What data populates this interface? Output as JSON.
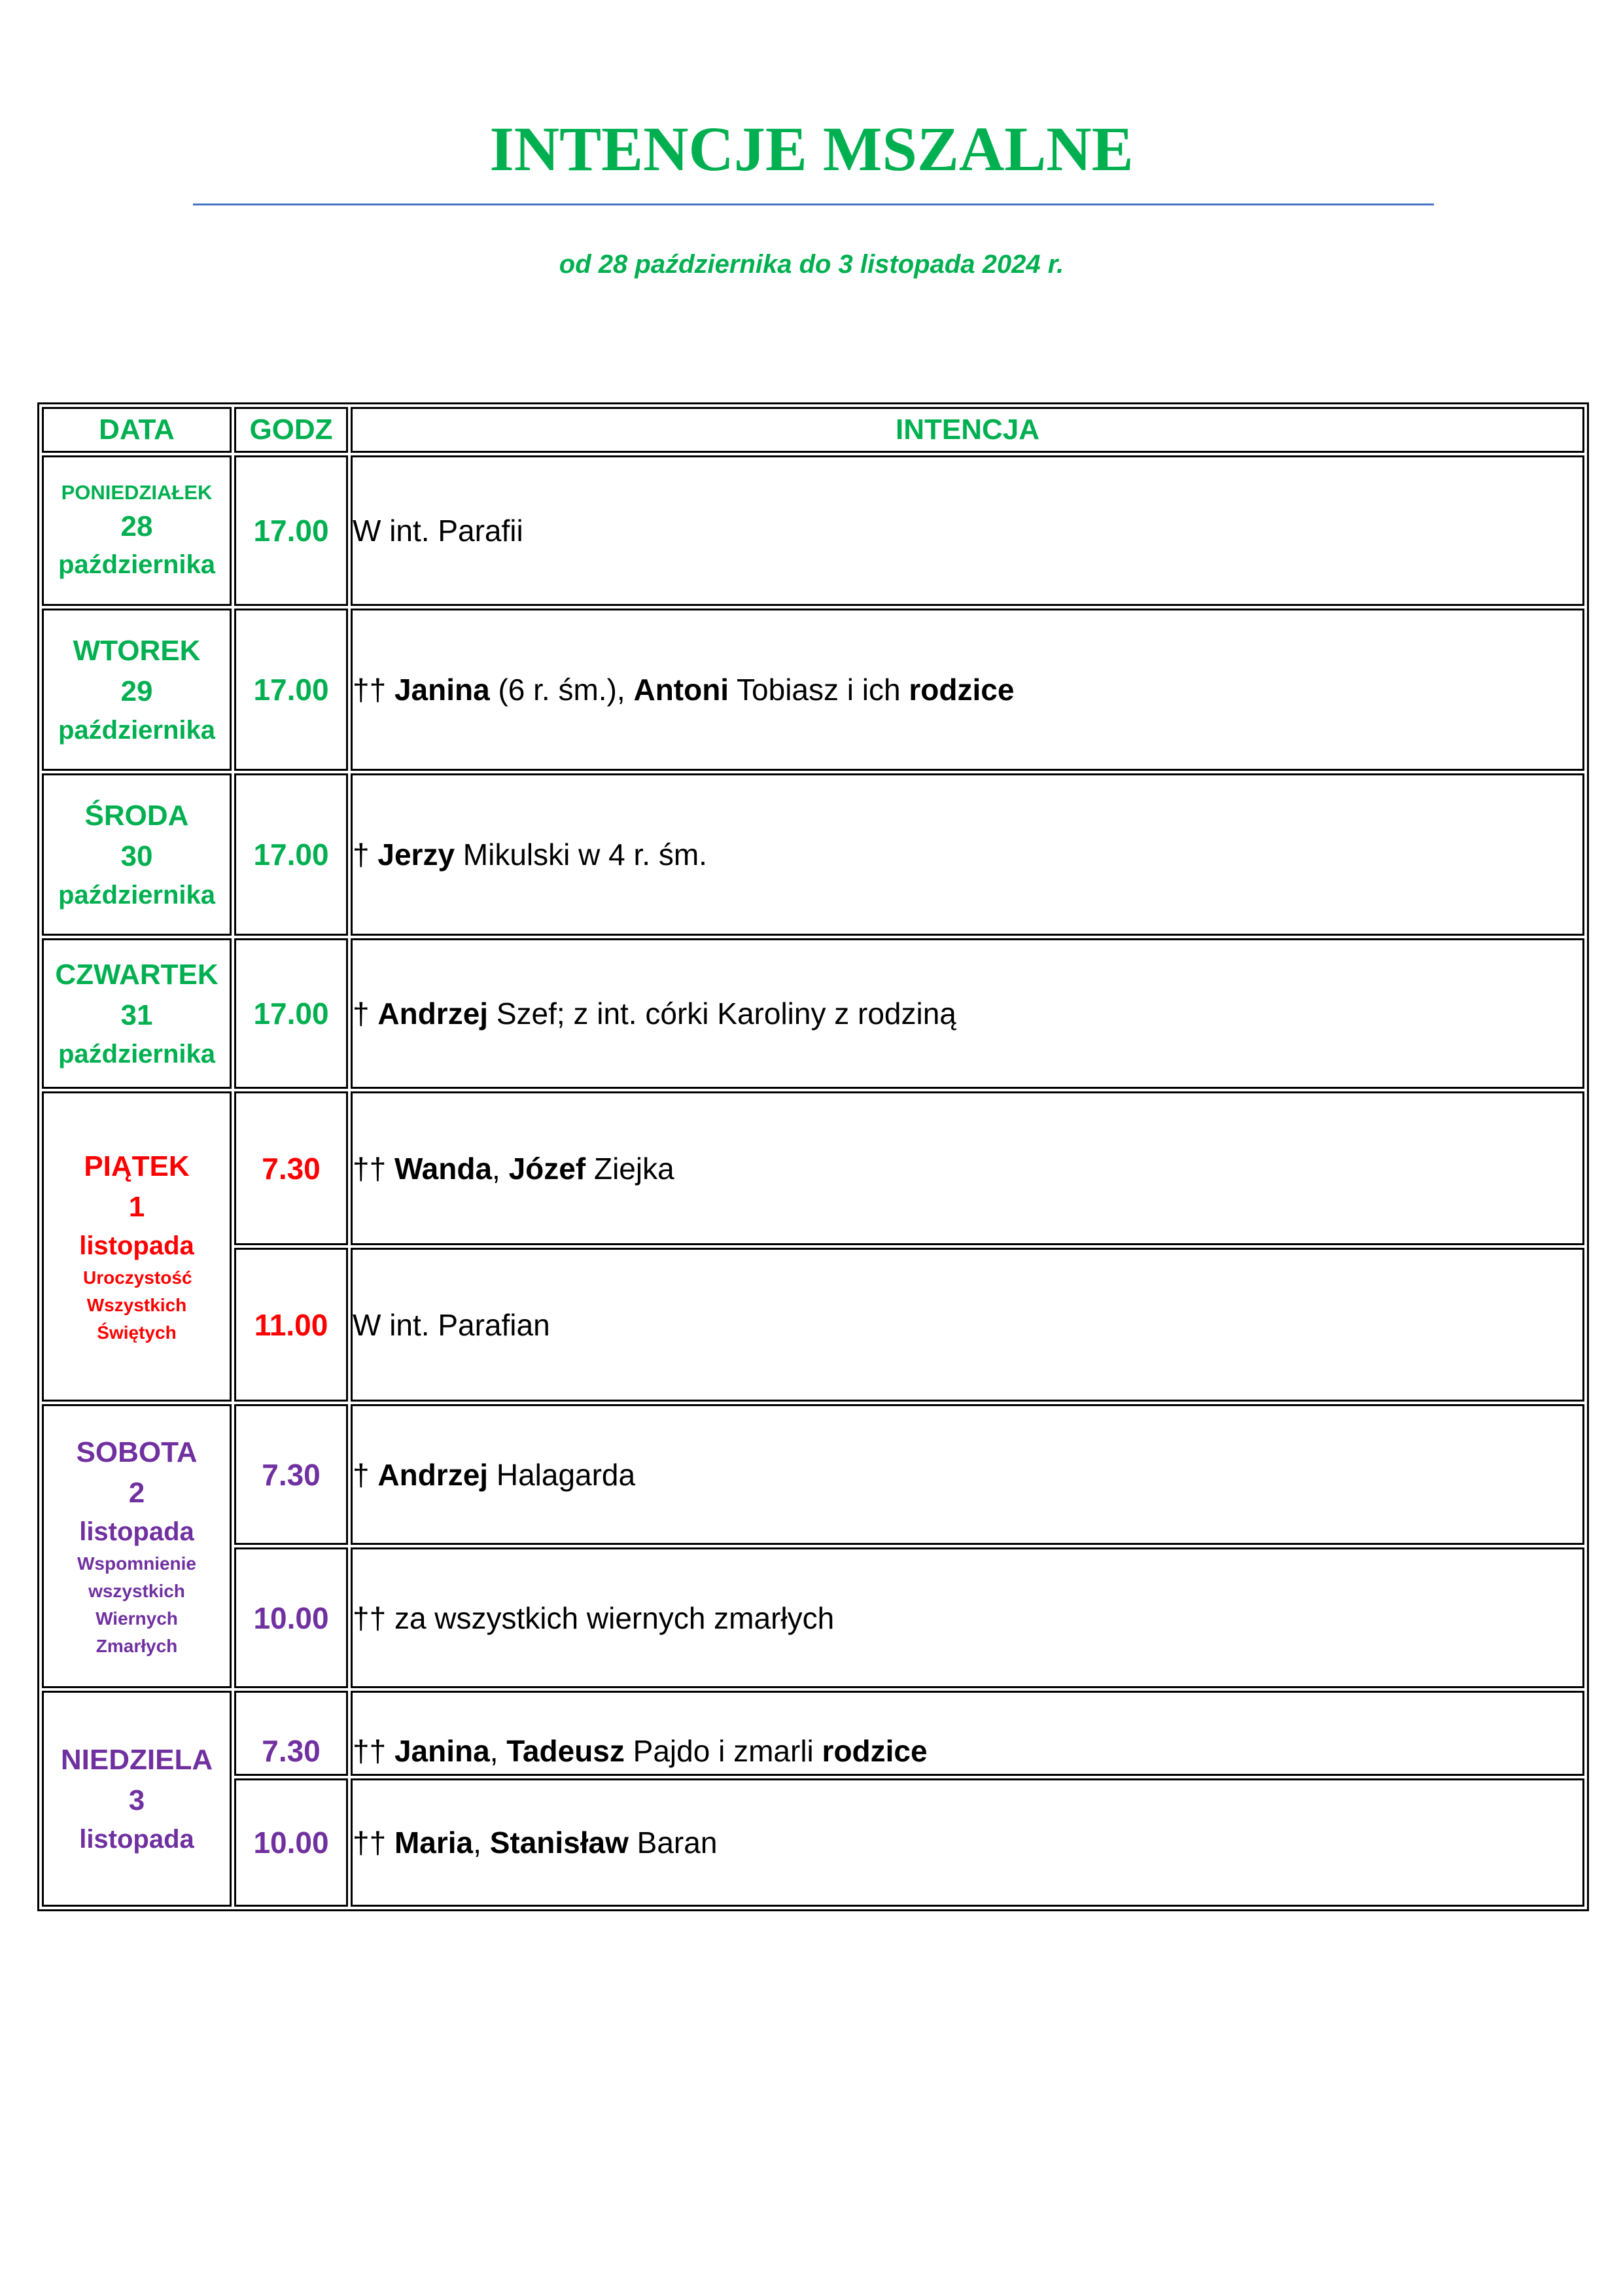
{
  "header": {
    "title": "INTENCJE MSZALNE",
    "subtitle": "od 28 października do 3 listopada 2024 r."
  },
  "colors": {
    "green": "#00b050",
    "red": "#ff0000",
    "purple": "#7030a0",
    "rule": "#4472c4"
  },
  "table": {
    "columns": [
      "DATA",
      "GODZ",
      "INTENCJA"
    ],
    "days": [
      {
        "name": "PONIEDZIAŁEK",
        "num": "28",
        "month": "października",
        "feast": "",
        "color": "green",
        "masses": [
          {
            "time": "17.00",
            "intention": "W int. Parafii"
          }
        ]
      },
      {
        "name": "WTOREK",
        "num": "29",
        "month": "października",
        "feast": "",
        "color": "green",
        "masses": [
          {
            "time": "17.00",
            "intention": "†† Janina (6 r. śm.), Antoni Tobiasz i ich rodzice"
          }
        ]
      },
      {
        "name": "ŚRODA",
        "num": "30",
        "month": "października",
        "feast": "",
        "color": "green",
        "masses": [
          {
            "time": "17.00",
            "intention": "† Jerzy Mikulski w 4 r. śm."
          }
        ]
      },
      {
        "name": "CZWARTEK",
        "num": "31",
        "month": "października",
        "feast": "",
        "color": "green",
        "masses": [
          {
            "time": "17.00",
            "intention": "† Andrzej Szef; z int. córki Karoliny z rodziną"
          }
        ]
      },
      {
        "name": "PIĄTEK",
        "num": "1",
        "month": "listopada",
        "feast": "Uroczystość Wszystkich Świętych",
        "color": "red",
        "masses": [
          {
            "time": "7.30",
            "intention": "†† Wanda, Józef Ziejka"
          },
          {
            "time": "11.00",
            "intention": "W int. Parafian"
          }
        ]
      },
      {
        "name": "SOBOTA",
        "num": "2",
        "month": "listopada",
        "feast": "Wspomnienie wszystkich Wiernych Zmarłych",
        "color": "purple",
        "masses": [
          {
            "time": "7.30",
            "intention": "† Andrzej Halagarda"
          },
          {
            "time": "10.00",
            "intention": "†† za wszystkich wiernych zmarłych"
          }
        ]
      },
      {
        "name": "NIEDZIELA",
        "num": "3",
        "month": "listopada",
        "feast": "",
        "color": "purple",
        "masses": [
          {
            "time": "7.30",
            "intention": "†† Janina, Tadeusz Pajdo i zmarli rodzice"
          },
          {
            "time": "10.00",
            "intention": "†† Maria, Stanisław Baran"
          }
        ]
      }
    ]
  }
}
